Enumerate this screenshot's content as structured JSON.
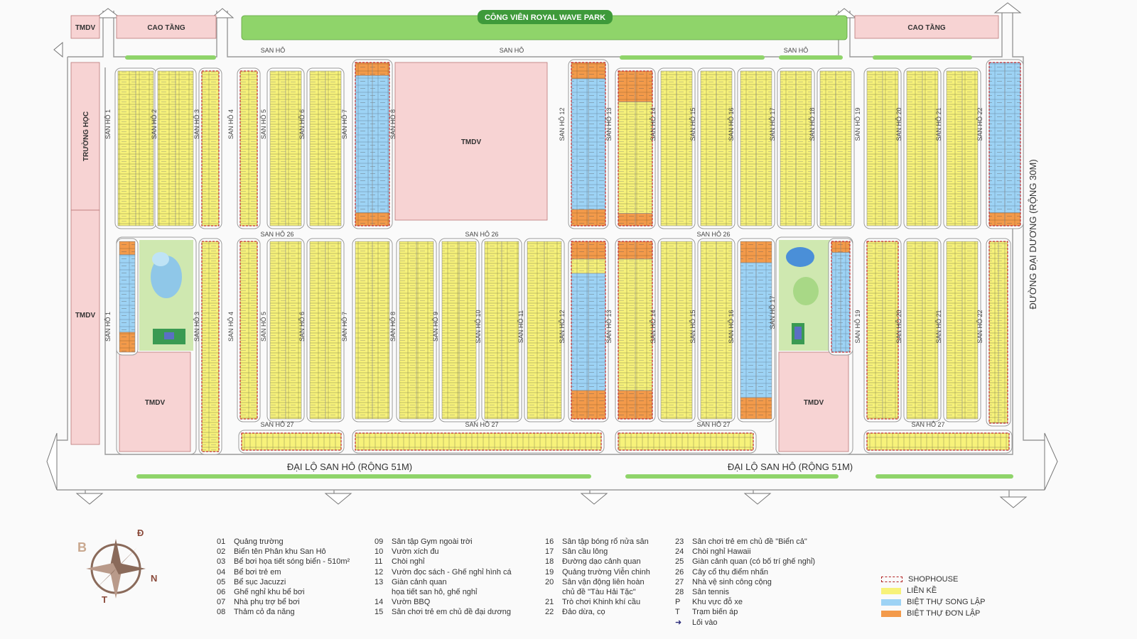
{
  "park": {
    "label": "CÔNG VIÊN ROYAL WAVE PARK"
  },
  "corner_labels": {
    "tmdv_top_left": "TMDV",
    "cao_tang_left": "CAO TẦNG",
    "cao_tang_right": "CAO TẦNG",
    "truong_hoc": "TRƯỜNG HỌC",
    "tmdv_left": "TMDV",
    "tmdv_center": "TMDV",
    "tmdv_park1": "TMDV",
    "tmdv_park2": "TMDV"
  },
  "streets": {
    "top_left": "SAN HÔ",
    "top_mid": "SAN HÔ",
    "top_right": "SAN HÔ",
    "mid": "SAN HÔ 26",
    "bottom": "SAN HÔ 27",
    "boulevard": "ĐẠI LỘ SAN HÔ (RỘNG 51M)",
    "ocean_road": "ĐƯỜNG ĐẠI DƯƠNG (RỘNG 30M)"
  },
  "columns": [
    {
      "label": "SAN HÔ 1"
    },
    {
      "label": "SAN HÔ 2"
    },
    {
      "label": "SAN HÔ 3"
    },
    {
      "label": "SAN HÔ 4"
    },
    {
      "label": "SAN HÔ 5"
    },
    {
      "label": "SAN HÔ 6"
    },
    {
      "label": "SAN HÔ 7"
    },
    {
      "label": "SAN HÔ 8"
    },
    {
      "label": "SAN HÔ 9"
    },
    {
      "label": "SAN HÔ 10"
    },
    {
      "label": "SAN HÔ 11"
    },
    {
      "label": "SAN HÔ 12"
    },
    {
      "label": "SAN HÔ 13"
    },
    {
      "label": "SAN HÔ 14"
    },
    {
      "label": "SAN HÔ 15"
    },
    {
      "label": "SAN HÔ 16"
    },
    {
      "label": "SAN HÔ 17"
    },
    {
      "label": "SAN HÔ 18"
    },
    {
      "label": "SAN HÔ 19"
    },
    {
      "label": "SAN HÔ 20"
    },
    {
      "label": "SAN HÔ 21"
    },
    {
      "label": "SAN HÔ 22"
    }
  ],
  "compass": {
    "north": "Đ",
    "east": "N",
    "west": "B",
    "south": "T"
  },
  "legend_col1": [
    {
      "num": "01",
      "text": "Quảng trường"
    },
    {
      "num": "02",
      "text": "Biển tên Phân khu San Hô"
    },
    {
      "num": "03",
      "text": "Bể bơi họa tiết sóng biển - 510m²"
    },
    {
      "num": "04",
      "text": "Bể bơi trẻ em"
    },
    {
      "num": "05",
      "text": "Bể sục Jacuzzi"
    },
    {
      "num": "06",
      "text": "Ghế nghỉ khu bể bơi"
    },
    {
      "num": "07",
      "text": "Nhà phụ trợ bể bơi"
    },
    {
      "num": "08",
      "text": "Thảm cỏ đa năng"
    }
  ],
  "legend_col2": [
    {
      "num": "09",
      "text": "Sân tập Gym ngoài trời"
    },
    {
      "num": "10",
      "text": "Vườn xích đu"
    },
    {
      "num": "11",
      "text": "Chòi nghỉ"
    },
    {
      "num": "12",
      "text": "Vườn đọc sách - Ghế nghỉ hình cá"
    },
    {
      "num": "13",
      "text": "Giàn cảnh quan"
    },
    {
      "num": "",
      "text": "họa tiết san hô, ghế nghỉ"
    },
    {
      "num": "14",
      "text": "Vườn BBQ"
    },
    {
      "num": "15",
      "text": "Sân chơi trẻ em chủ đề đại dương"
    }
  ],
  "legend_col3": [
    {
      "num": "16",
      "text": "Sân tập bóng rổ nửa sân"
    },
    {
      "num": "17",
      "text": "Sân cầu lông"
    },
    {
      "num": "18",
      "text": "Đường dạo cảnh quan"
    },
    {
      "num": "19",
      "text": "Quảng trường Viễn chinh"
    },
    {
      "num": "20",
      "text": "Sân vận động liên hoàn"
    },
    {
      "num": "",
      "text": "chủ đề \"Tàu Hải Tặc\""
    },
    {
      "num": "21",
      "text": "Trò chơi Khinh khí cầu"
    },
    {
      "num": "22",
      "text": "Đảo dừa, cọ"
    }
  ],
  "legend_col4": [
    {
      "num": "23",
      "text": "Sân chơi trẻ em chủ đề \"Biển cả\""
    },
    {
      "num": "24",
      "text": "Chòi nghỉ Hawaii"
    },
    {
      "num": "25",
      "text": "Giàn cảnh quan (có bố trí ghế nghỉ)"
    },
    {
      "num": "26",
      "text": "Cây cổ thụ điểm nhấn"
    },
    {
      "num": "27",
      "text": "Nhà vệ sinh công cộng"
    },
    {
      "num": "28",
      "text": "Sân tennis"
    },
    {
      "num": "P",
      "text": "Khu vực đỗ xe"
    },
    {
      "num": "T",
      "text": "Trạm biến áp"
    },
    {
      "num": "➜",
      "text": "Lối vào"
    }
  ],
  "key": [
    {
      "label": "SHOPHOUSE",
      "color": "#b22222",
      "style": "dashed"
    },
    {
      "label": "LIỀN KỀ",
      "color": "#f7f27a",
      "style": "fill"
    },
    {
      "label": "BIỆT THỰ SONG LẬP",
      "color": "#9dd3f5",
      "style": "fill"
    },
    {
      "label": "BIỆT THỰ ĐƠN LẬP",
      "color": "#f39a4a",
      "style": "fill"
    }
  ],
  "colors": {
    "lienke": "#f7f27a",
    "songlap": "#9dd3f5",
    "donlap": "#f39a4a",
    "shophouse_border": "#c0282d",
    "green": "#8fd46a",
    "pink": "#f7d3d3",
    "road_edge": "#9a9a9a"
  }
}
